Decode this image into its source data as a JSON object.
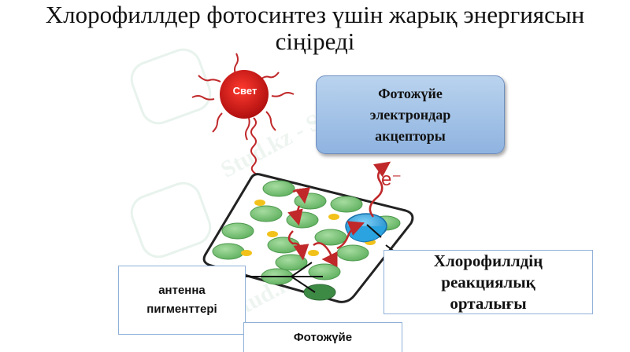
{
  "title": {
    "line1": "Хлорофиллдер фотосинтез үшін жарық энергиясын",
    "line2": "сіңіреді"
  },
  "sun": {
    "label": "Свет",
    "color": "#d81e1e"
  },
  "acceptor_box": {
    "text": "Фотожүйе\nэлектрондар\nакцепторы"
  },
  "electron": {
    "label": "e⁻"
  },
  "antenna_box": {
    "text": "антенна\nпигменттері"
  },
  "reaction_center_box": {
    "text": "Хлорофиллдің\nреакциялық\nорталығы"
  },
  "photosystem_box": {
    "text": "Фотожүйе"
  },
  "watermark": {
    "text": "Stud.kz - Stud.kz"
  },
  "colors": {
    "pigment_green": "#7fc47f",
    "pigment_yellow": "#f2c21b",
    "reaction_center_blue": "#2aa3e0",
    "arrow_red": "#c0282a",
    "box_blue": "#9dbfe6"
  },
  "icons": [
    "sun-icon",
    "wavy-light-ray",
    "electron-arrow",
    "transfer-arrow"
  ]
}
